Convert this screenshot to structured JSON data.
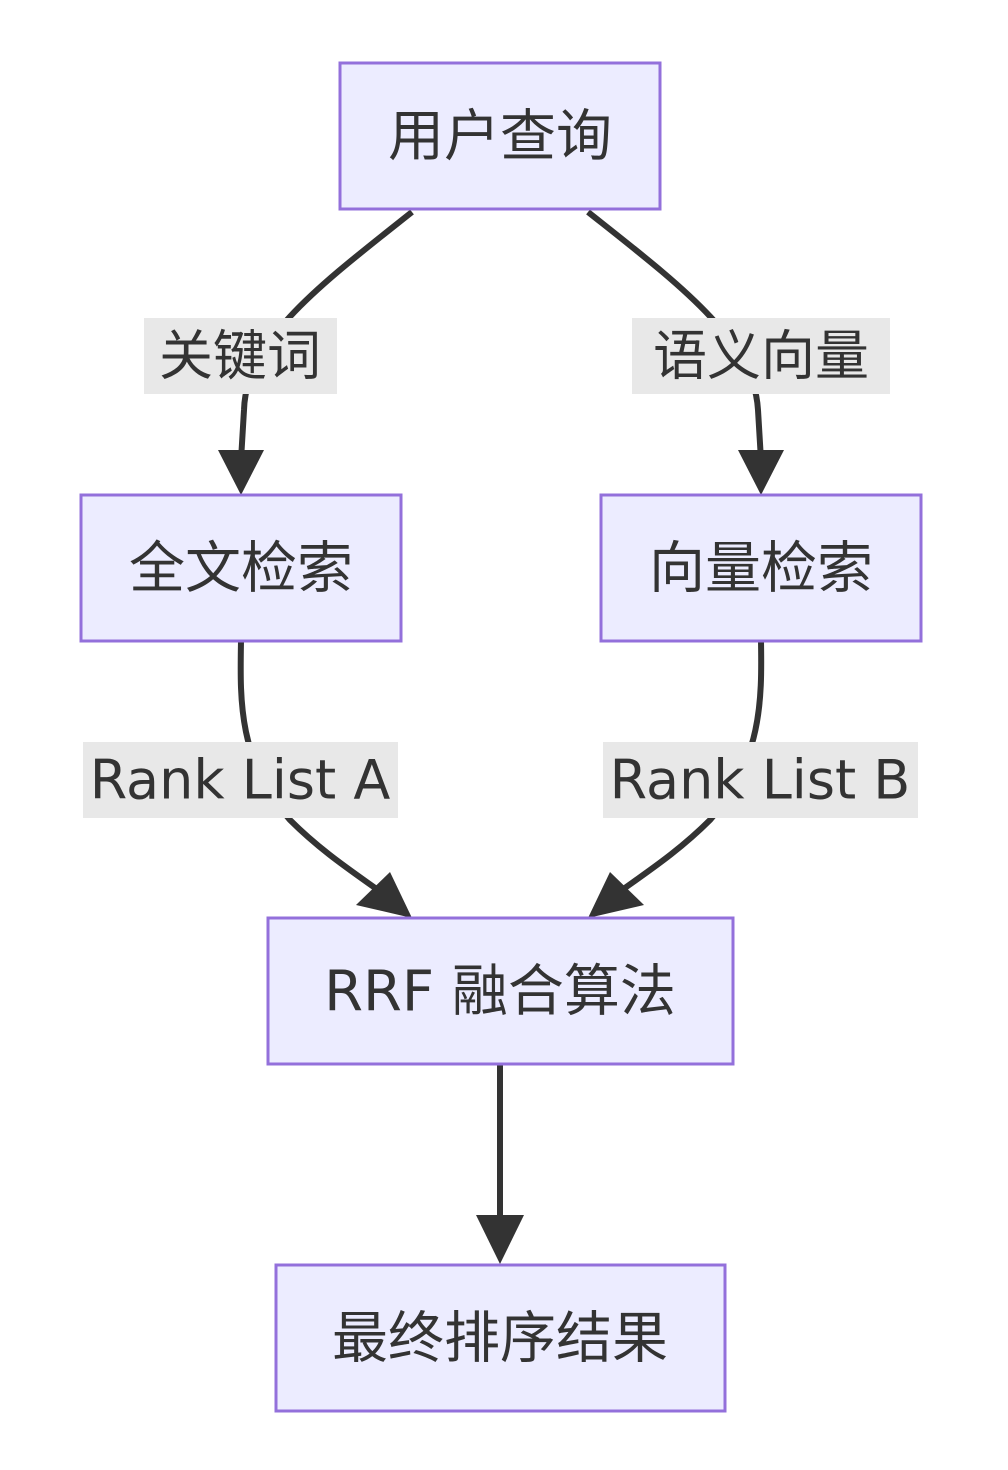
{
  "nodes": {
    "query": "用户查询",
    "fulltext": "全文检索",
    "vector": "向量检索",
    "rrf": "RRF 融合算法",
    "result": "最终排序结果"
  },
  "edges": {
    "keyword": "关键词",
    "semantic": "语义向量",
    "rank_a": "Rank List A",
    "rank_b": "Rank List B"
  },
  "colors": {
    "node_fill": "#ececff",
    "node_stroke": "#9370db",
    "edge": "#333333",
    "label_bg": "#e8e8e8"
  }
}
